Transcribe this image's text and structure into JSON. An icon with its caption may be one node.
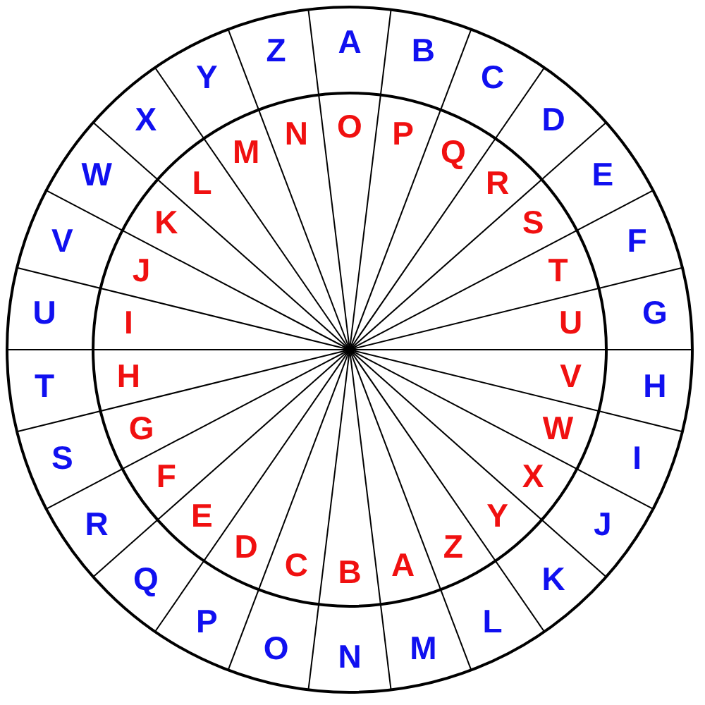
{
  "diagram": {
    "nodes": [
      {
        "text": [
          "A"
        ]
      },
      {
        "text": [
          "B"
        ]
      },
      {
        "text": [
          "C"
        ]
      },
      {
        "text": [
          "D"
        ]
      },
      {
        "text": [
          "E"
        ]
      },
      {
        "text": [
          "F"
        ]
      },
      {
        "text": [
          "G"
        ]
      },
      {
        "text": [
          "H"
        ]
      },
      {
        "text": [
          "I"
        ]
      },
      {
        "text": [
          "J"
        ]
      },
      {
        "text": [
          "K"
        ]
      },
      {
        "text": [
          "L"
        ]
      },
      {
        "text": [
          "M"
        ]
      },
      {
        "text": [
          "N"
        ]
      },
      {
        "text": [
          "O"
        ]
      },
      {
        "text": [
          "P"
        ]
      },
      {
        "text": [
          "Q"
        ]
      },
      {
        "text": [
          "R"
        ]
      },
      {
        "text": [
          "S"
        ]
      },
      {
        "text": [
          "T"
        ]
      },
      {
        "text": [
          "U"
        ]
      },
      {
        "text": [
          "V"
        ]
      },
      {
        "text": [
          "W"
        ]
      },
      {
        "text": [
          "X"
        ]
      },
      {
        "text": [
          "Y"
        ]
      },
      {
        "text": [
          "Z"
        ]
      },
      {
        "text": [
          "O"
        ]
      },
      {
        "text": [
          "P"
        ]
      },
      {
        "text": [
          "Q"
        ]
      },
      {
        "text": [
          "R"
        ]
      },
      {
        "text": [
          "S"
        ]
      },
      {
        "text": [
          "T"
        ]
      },
      {
        "text": [
          "U"
        ]
      },
      {
        "text": [
          "V"
        ]
      },
      {
        "text": [
          "W"
        ]
      },
      {
        "text": [
          "X"
        ]
      },
      {
        "text": [
          "Y"
        ]
      },
      {
        "text": [
          "Z"
        ]
      },
      {
        "text": [
          "A"
        ]
      },
      {
        "text": [
          "B"
        ]
      },
      {
        "text": [
          "C"
        ]
      },
      {
        "text": [
          "D"
        ]
      },
      {
        "text": [
          "E"
        ]
      },
      {
        "text": [
          "F"
        ]
      },
      {
        "text": [
          "G"
        ]
      },
      {
        "text": [
          "H"
        ]
      },
      {
        "text": [
          "I"
        ]
      },
      {
        "text": [
          "J"
        ]
      },
      {
        "text": [
          "K"
        ]
      },
      {
        "text": [
          "L"
        ]
      },
      {
        "text": [
          "M"
        ]
      },
      {
        "text": [
          "N"
        ]
      }
    ]
  }
}
